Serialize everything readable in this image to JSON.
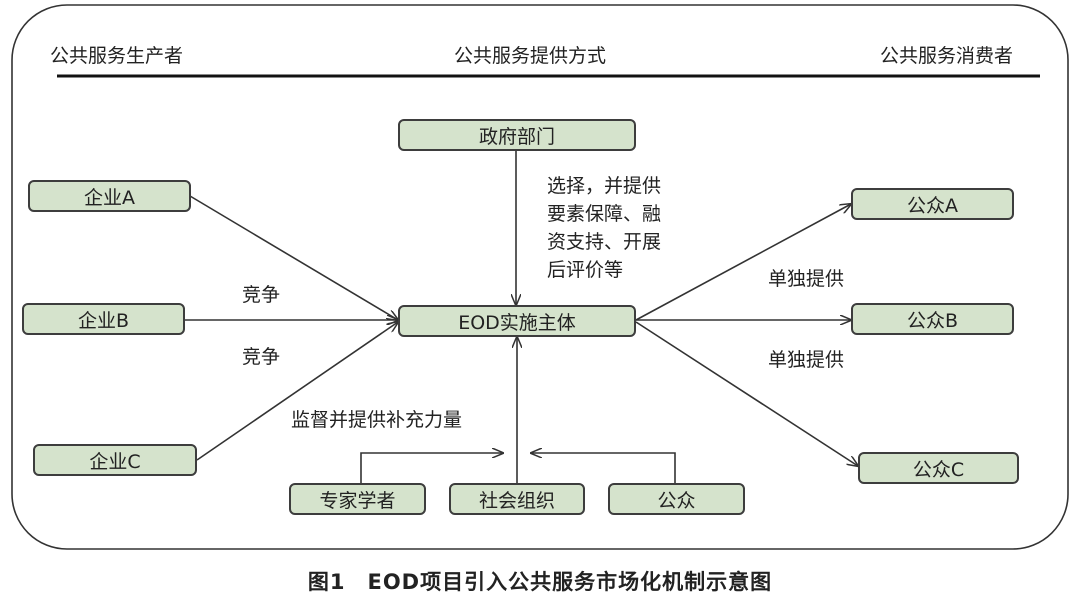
{
  "headers": {
    "left": "公共服务生产者",
    "center": "公共服务提供方式",
    "right": "公共服务消费者"
  },
  "nodes": {
    "government": "政府部门",
    "company_a": "企业A",
    "company_b": "企业B",
    "company_c": "企业C",
    "eod": "EOD实施主体",
    "public_a": "公众A",
    "public_b": "公众B",
    "public_c": "公众C",
    "experts": "专家学者",
    "social_org": "社会组织",
    "public": "公众"
  },
  "labels": {
    "gov_role_lines": [
      "选择，并提供",
      "要素保障、融",
      "资支持、开展",
      "后评价等"
    ],
    "compete_1": "竞争",
    "compete_2": "竞争",
    "provide_1": "单独提供",
    "provide_2": "单独提供",
    "supervise": "监督并提供补充力量"
  },
  "caption": "图1　EOD项目引入公共服务市场化机制示意图"
}
